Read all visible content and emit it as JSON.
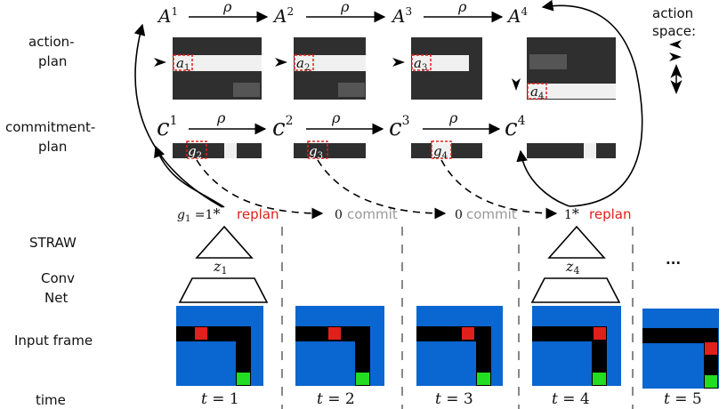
{
  "row_labels": {
    "action_plan": [
      "action-",
      "plan"
    ],
    "commitment_plan": [
      "commitment-",
      "plan"
    ],
    "straw": "STRAW",
    "convnet": [
      "Conv",
      "Net"
    ],
    "input_frame": "Input frame",
    "time": "time"
  },
  "action_space_label": [
    "action",
    "space:"
  ],
  "action_plans": [
    {
      "A": "A",
      "sup": "1",
      "cell": "a",
      "sub": "1"
    },
    {
      "A": "A",
      "sup": "2",
      "cell": "a",
      "sub": "2"
    },
    {
      "A": "A",
      "sup": "3",
      "cell": "a",
      "sub": "3"
    },
    {
      "A": "A",
      "sup": "4",
      "cell": "a",
      "sub": "4"
    }
  ],
  "commitment_plans": [
    {
      "c": "c",
      "sup": "1",
      "cell": "g",
      "sub": "2"
    },
    {
      "c": "c",
      "sup": "2",
      "cell": "g",
      "sub": "3"
    },
    {
      "c": "c",
      "sup": "3",
      "cell": "g",
      "sub": "4"
    },
    {
      "c": "c",
      "sup": "4"
    }
  ],
  "rho": "ρ",
  "steps": [
    {
      "gate_text": "g",
      "gate_sub": "1",
      "gate_eq": " =1",
      "star": "*",
      "action": "replan",
      "action_color": "#e0201b"
    },
    {
      "gate_value": "0",
      "action": "commit",
      "action_color": "#999999"
    },
    {
      "gate_value": "0",
      "action": "commit",
      "action_color": "#999999"
    },
    {
      "gate_value": "1",
      "star": "*",
      "action": "replan",
      "action_color": "#e0201b"
    }
  ],
  "z_labels": [
    {
      "z": "z",
      "sub": "1"
    },
    {
      "z": "z",
      "sub": "4"
    }
  ],
  "ellipsis": "...",
  "times": [
    {
      "t": "t",
      "eq": " = 1"
    },
    {
      "t": "t",
      "eq": " = 2"
    },
    {
      "t": "t",
      "eq": " = 3"
    },
    {
      "t": "t",
      "eq": " = 4"
    },
    {
      "t": "t",
      "eq": " = 5"
    }
  ],
  "colors": {
    "frame_blue": "#0a66d0",
    "red": "#e0201b",
    "green": "#22dd22",
    "dark": "#2f2f2f",
    "light": "#f0f0f0"
  }
}
